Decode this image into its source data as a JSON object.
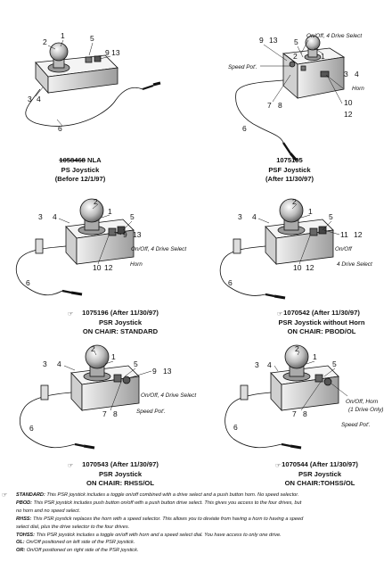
{
  "panels": [
    {
      "id": "ps",
      "part_number": "1058468",
      "part_suffix": "NLA",
      "name": "PS Joystick",
      "note": "(Before 12/1/97)",
      "callouts": [
        "1",
        "2",
        "3",
        "4",
        "5",
        "6",
        "9",
        "13"
      ],
      "annotations": []
    },
    {
      "id": "psf",
      "part_number": "1075195",
      "name": "PSF Joystick",
      "note": "(After 11/30/97)",
      "callouts": [
        "1",
        "2",
        "3",
        "4",
        "5",
        "6",
        "7",
        "8",
        "9",
        "10",
        "12",
        "13"
      ],
      "annotations": [
        "On/Off, 4 Drive Select",
        "Speed Pot'.",
        "Horn"
      ]
    },
    {
      "id": "psr-standard",
      "part_number": "1075196",
      "part_suffix": "(After 11/30/97)",
      "name": "PSR Joystick",
      "note": "ON CHAIR: STANDARD",
      "callouts": [
        "1",
        "2",
        "3",
        "4",
        "5",
        "6",
        "9",
        "10",
        "12",
        "13"
      ],
      "annotations": [
        "On/Off, 4 Drive Select",
        "Horn"
      ]
    },
    {
      "id": "psr-no-horn",
      "part_number": "1070542",
      "part_suffix": "(After 11/30/97)",
      "name": "PSR Joystick without Horn",
      "note": "ON CHAIR: PBOD/OL",
      "callouts": [
        "1",
        "2",
        "3",
        "4",
        "5",
        "6",
        "10",
        "11",
        "12"
      ],
      "annotations": [
        "On/Off",
        "4 Drive Select"
      ]
    },
    {
      "id": "psr-rhss",
      "part_number": "1070543",
      "part_suffix": "(After 11/30/97)",
      "name": "PSR Joystick",
      "note": "ON CHAIR: RHSS/OL",
      "callouts": [
        "1",
        "2",
        "3",
        "4",
        "5",
        "6",
        "7",
        "8",
        "9",
        "13"
      ],
      "annotations": [
        "On/Off, 4 Drive Select",
        "Speed Pot'."
      ]
    },
    {
      "id": "psr-tohss",
      "part_number": "1070544",
      "part_suffix": "(After 11/30/97)",
      "name": "PSR Joystick",
      "note": "ON CHAIR:TOHSS/OL",
      "callouts": [
        "1",
        "2",
        "3",
        "4",
        "5",
        "6",
        "7",
        "8"
      ],
      "annotations": [
        "On/Off, Horn",
        "(1 Drive Only)",
        "Speed Pot'."
      ]
    }
  ],
  "notes": [
    {
      "key": "STANDARD:",
      "text": "This PSR joystick includes a toggle on/off combined with a drive select and a push button horn. No speed selector."
    },
    {
      "key": "PBOD:",
      "text": "This PSR joystick includes push button on/off with a push button drive select. This gives you access to the four drives, but"
    },
    {
      "key": "",
      "text": "no horn and no speed select."
    },
    {
      "key": "RHSS:",
      "text": "This PSR joystick replaces the horn with a speed selector. This allows you to deviate from having a horn to having a speed"
    },
    {
      "key": "",
      "text": "select dial, plus the drive selector to the four drives."
    },
    {
      "key": "TOHSS:",
      "text": "This PSR joystick includes a toggle on/off with horn and a speed select dial. You have access to only one drive."
    },
    {
      "key": "OL:",
      "text": "On/Off positioned on left side of the PSR joystick."
    },
    {
      "key": "OR:",
      "text": "On/Off positioned on right side of the PSR joystick."
    }
  ],
  "colors": {
    "ink": "#111111",
    "body_fill": "#e6e6e6",
    "body_shade": "#bdbdbd",
    "face": "#f4f4f4"
  }
}
